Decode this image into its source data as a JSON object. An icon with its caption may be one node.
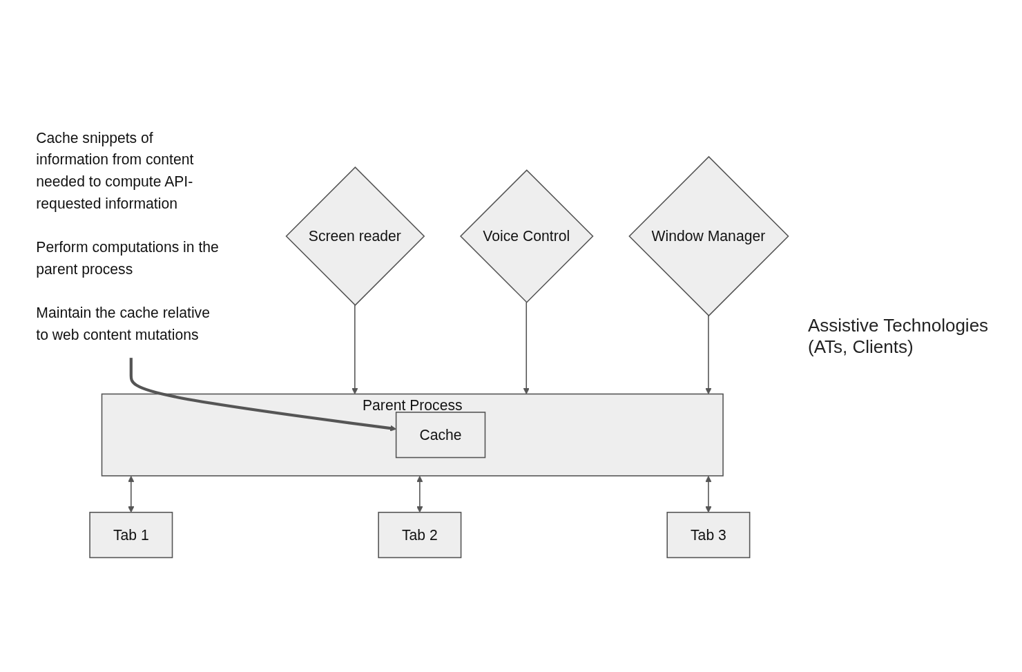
{
  "diagram": {
    "nodes": [
      {
        "text": [
          "Tab 1"
        ]
      },
      {
        "text": [
          "Tab 2"
        ]
      },
      {
        "text": [
          "Tab 3"
        ]
      },
      {
        "text": [
          "Parent Process"
        ]
      },
      {
        "text": [
          "Cache"
        ],
        "in": 3
      },
      {
        "text": [
          "Cache snippets of information from content needed to compute API-requested information",
          "Perform computations in the parent process",
          "Maintain the cache relative to web content mutations"
        ]
      },
      {
        "text": [
          "Screen reader"
        ]
      },
      {
        "text": [
          "Voice Control"
        ]
      },
      {
        "text": [
          "Window Manager"
        ]
      }
    ],
    "edges": [
      {
        "from": 3,
        "to": 0,
        "arrow": "both"
      },
      {
        "from": 3,
        "to": 1,
        "arrow": "both"
      },
      {
        "from": 3,
        "to": 2,
        "arrow": "both"
      },
      {
        "from": 5,
        "to": 4,
        "arrow": "to",
        "style": "thick"
      },
      {
        "from": 6,
        "to": 3,
        "arrow": "to"
      },
      {
        "from": 7,
        "to": 3,
        "arrow": "to"
      },
      {
        "from": 8,
        "to": 3,
        "arrow": "to"
      }
    ],
    "labels": [
      "Assistive Technologies (ATs, Clients)"
    ]
  }
}
